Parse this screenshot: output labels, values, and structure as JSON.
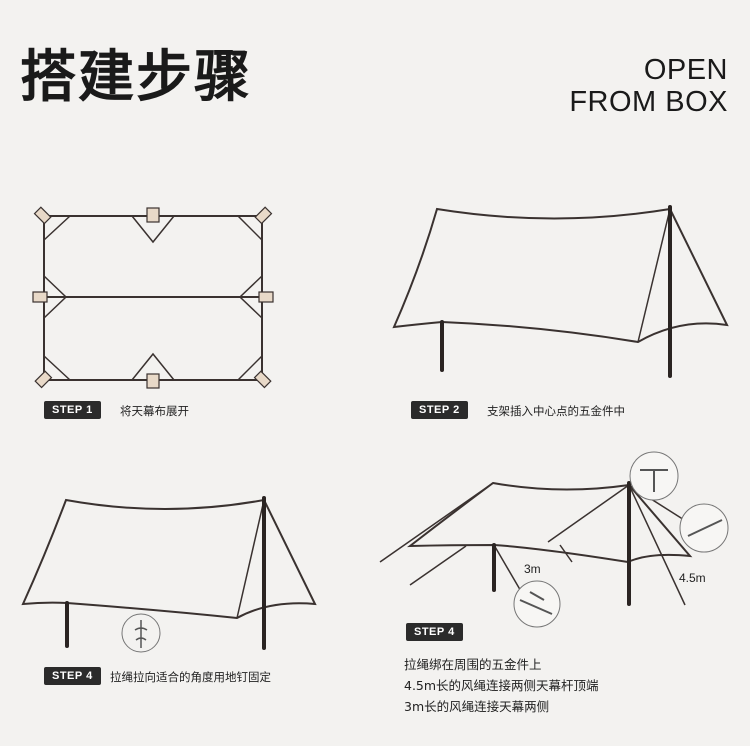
{
  "header": {
    "title_cn": "搭建步骤",
    "title_en_line1": "OPEN",
    "title_en_line2": "FROM BOX"
  },
  "steps": [
    {
      "badge": "STEP 1",
      "text": "将天幕布展开"
    },
    {
      "badge": "STEP 2",
      "text": "支架插入中心点的五金件中"
    },
    {
      "badge": "STEP 4",
      "text": "拉绳拉向适合的角度用地钉固定"
    },
    {
      "badge": "STEP 4",
      "notes": [
        "拉绳绑在周围的五金件上",
        "4.5m长的风绳连接两侧天幕杆顶端",
        "3m长的风绳连接天幕两侧"
      ]
    }
  ],
  "dimensions": {
    "short_rope": "3m",
    "long_rope": "4.5m"
  },
  "colors": {
    "line": "#3a3230",
    "badge_bg": "#2b2b2b",
    "background": "#f3f2f0"
  }
}
